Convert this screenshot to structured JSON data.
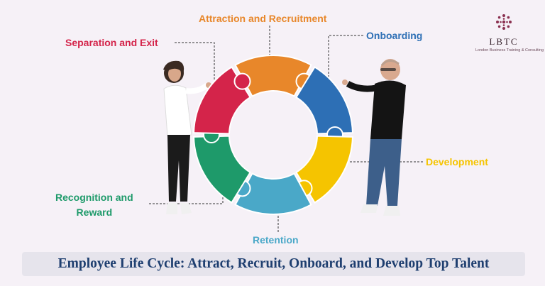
{
  "logo": {
    "name": "LBTC",
    "tagline": "London Business Training & Consulting"
  },
  "stages": [
    {
      "label": "Attraction and Recruitment",
      "color": "#e8872a"
    },
    {
      "label": "Onboarding",
      "color": "#2d6fb5"
    },
    {
      "label": "Development",
      "color": "#f5c400"
    },
    {
      "label": "Retention",
      "color": "#4aa8c8"
    },
    {
      "label": "Recognition and",
      "label_line2": "Reward",
      "color": "#1e9a6a"
    },
    {
      "label": "Separation and Exit",
      "color": "#d4244a"
    }
  ],
  "banner": {
    "title": "Employee Life Cycle: Attract, Recruit, Onboard, and Develop Top Talent"
  }
}
